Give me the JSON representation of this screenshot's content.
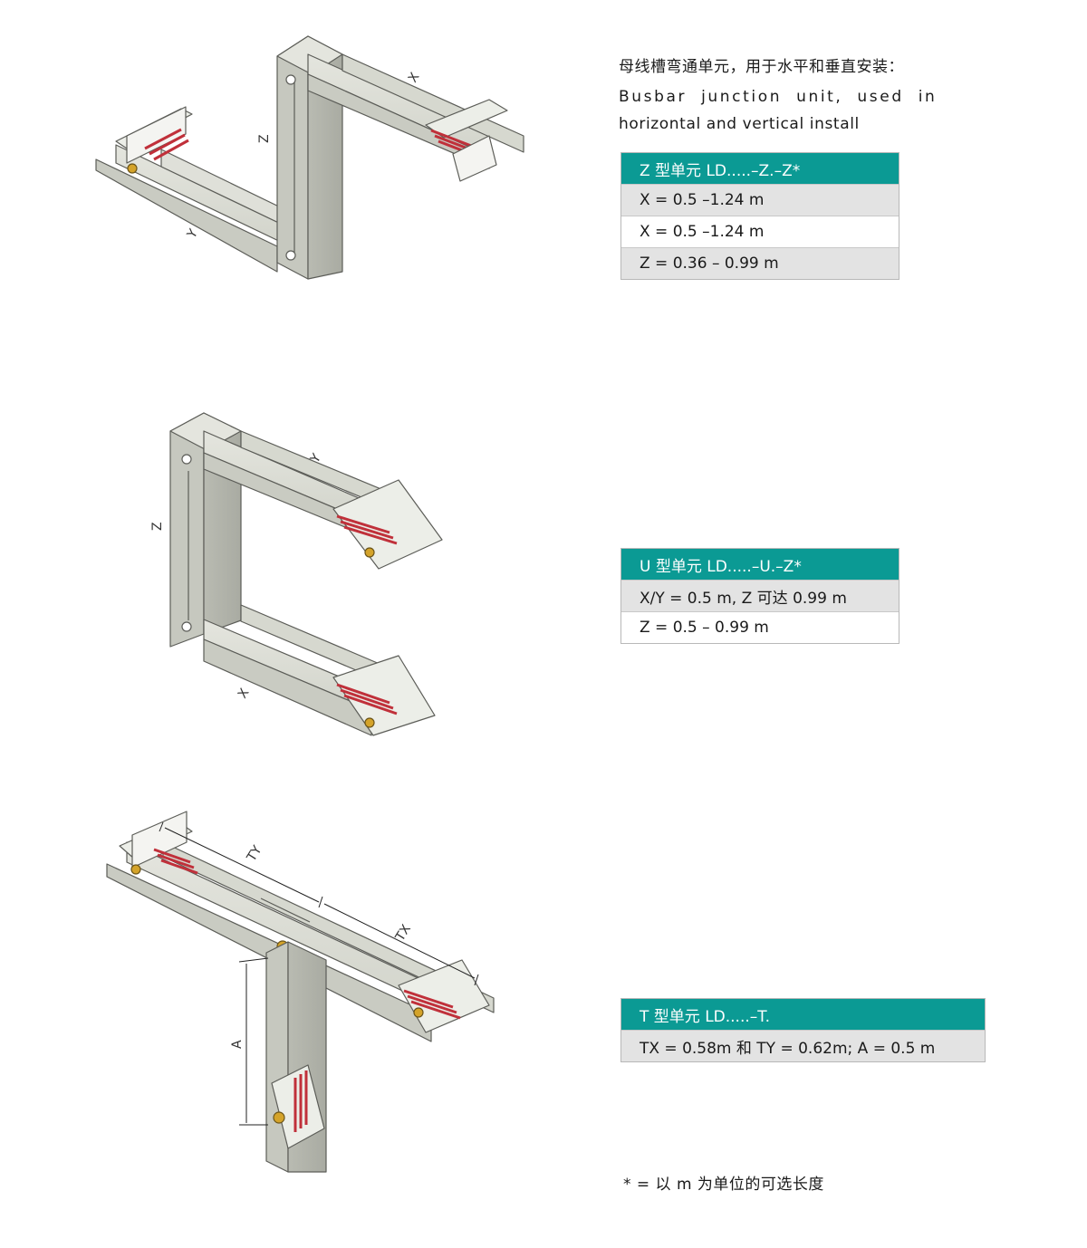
{
  "heading": {
    "zh": "母线槽弯通单元，用于水平和垂直安装：",
    "en_line1": "Busbar junction unit, used in",
    "en_line2": "horizontal and vertical install"
  },
  "tables": {
    "z_unit": {
      "header": "Z 型单元 LD.....–Z.–Z*",
      "rows": [
        "X = 0.5 –1.24 m",
        "X = 0.5 –1.24 m",
        "Z = 0.36 – 0.99 m"
      ]
    },
    "u_unit": {
      "header": "U 型单元 LD.....–U.–Z*",
      "rows": [
        "X/Y = 0.5 m, Z 可达 0.99 m",
        "Z = 0.5 – 0.99 m"
      ]
    },
    "t_unit": {
      "header": "T 型单元 LD.....–T.",
      "rows": [
        "TX = 0.58m 和 TY = 0.62m; A = 0.5 m"
      ]
    }
  },
  "figure_labels": {
    "z": {
      "x": "X",
      "y": "Y",
      "z": "Z"
    },
    "u": {
      "x": "X",
      "y": "Y",
      "z": "Z"
    },
    "t": {
      "tx": "TX",
      "ty": "TY",
      "a": "A"
    }
  },
  "footnote": "* = 以 m 为单位的可选长度",
  "colors": {
    "table_header": "#0b9a94",
    "table_row_grey": "#e3e3e3",
    "housing": "#d7d9d0",
    "conductor": "#c0303a"
  }
}
